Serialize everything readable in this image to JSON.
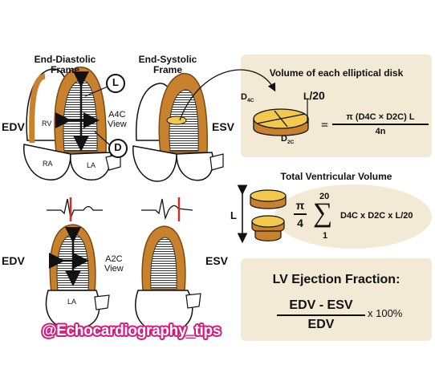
{
  "labels": {
    "ed_frame_line1": "End-Diastolic",
    "ed_frame_line2": "Frame",
    "es_frame_line1": "End-Systolic",
    "es_frame_line2": "Frame",
    "edv": "EDV",
    "esv": "ESV",
    "a4c_line1": "A4C",
    "a4c_line2": "View",
    "a2c_line1": "A2C",
    "a2c_line2": "View",
    "rv": "RV",
    "ra": "RA",
    "la": "LA",
    "l_marker": "L",
    "d_marker": "D"
  },
  "disk_panel": {
    "title": "Volume of each elliptical disk",
    "d4c": "D",
    "d4c_sub": "4C",
    "d2c": "D",
    "d2c_sub": "2C",
    "l_over": "L",
    "l_den": "/20",
    "formula_equals": "=",
    "formula_numerator": "π (D4C × D2C) L",
    "formula_denominator": "4n"
  },
  "total_panel": {
    "title": "Total Ventricular Volume",
    "l_label": "L",
    "pi": "π",
    "four": "4",
    "sum_top": "20",
    "sum_bottom": "1",
    "sigma": "∑",
    "terms": "D4C x D2C x L/20"
  },
  "ef_panel": {
    "title": "LV Ejection Fraction:",
    "numerator": "EDV - ESV",
    "denominator": "EDV",
    "multiplier": "x 100%"
  },
  "watermark": "@Echocardiography_tips",
  "colors": {
    "myocardium": "#c8822e",
    "myocardium_dark": "#7a4a14",
    "panel_fill": "#f3ead6",
    "disk_yellow": "#f2c94c",
    "ecg_red": "#d42a2a",
    "watermark_pink": "#d7197f"
  }
}
